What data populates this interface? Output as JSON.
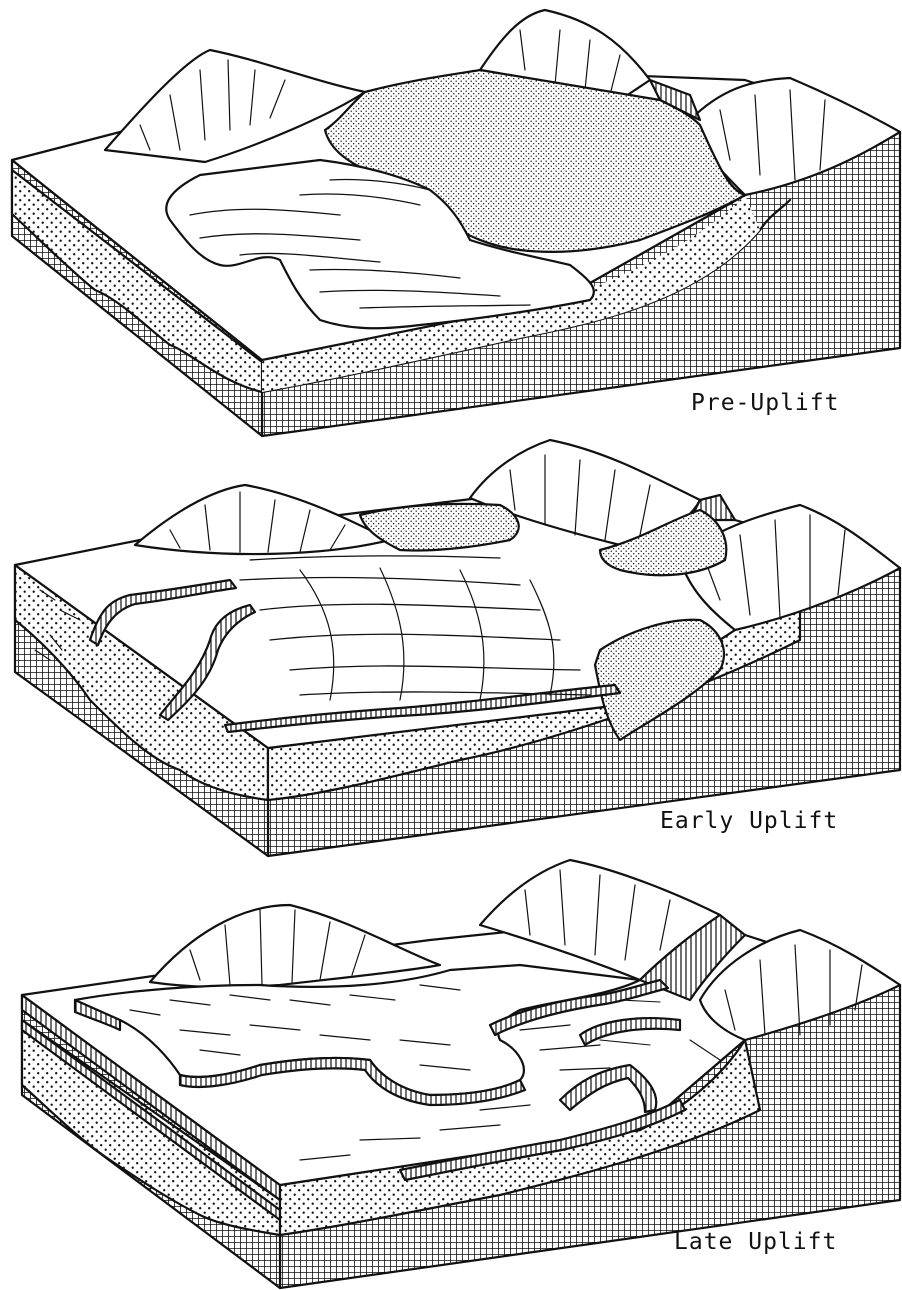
{
  "figure": {
    "panels": [
      {
        "id": "pre-uplift",
        "caption": "Pre-Uplift"
      },
      {
        "id": "early-uplift",
        "caption": "Early Uplift"
      },
      {
        "id": "late-uplift",
        "caption": "Late Uplift"
      }
    ],
    "colors": {
      "ink": "#111111",
      "paper": "#ffffff"
    },
    "patterns": [
      "stipple-dots",
      "crosshatch-grid",
      "vertical-hatch"
    ]
  }
}
